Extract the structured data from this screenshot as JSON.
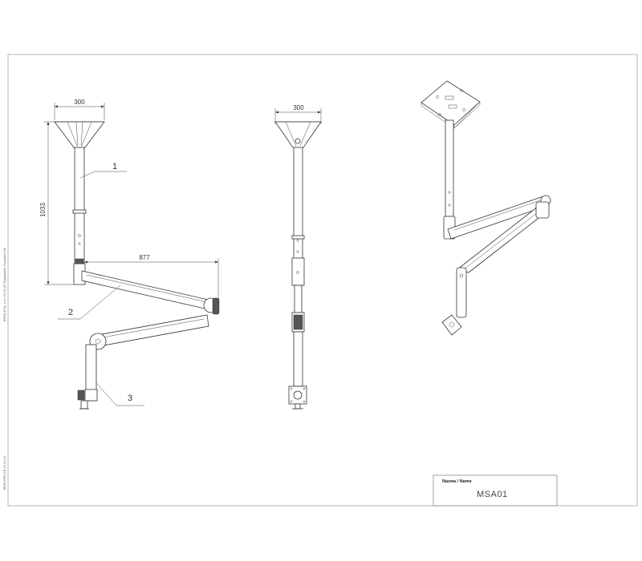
{
  "dimensions": {
    "plate_width_side": "300",
    "plate_width_front": "300",
    "height": "1033",
    "arm_reach": "877"
  },
  "callouts": [
    "1",
    "2",
    "3"
  ],
  "margin": {
    "company": "ERGO-M Sp. z o.o.  PL 23-137 Bogusławka, Pozerjatra 100",
    "footer": "ERGO PRO S.E.XX.XX.XX"
  },
  "title_block": {
    "label": "Nazwa / Name",
    "value": "MSA01"
  }
}
